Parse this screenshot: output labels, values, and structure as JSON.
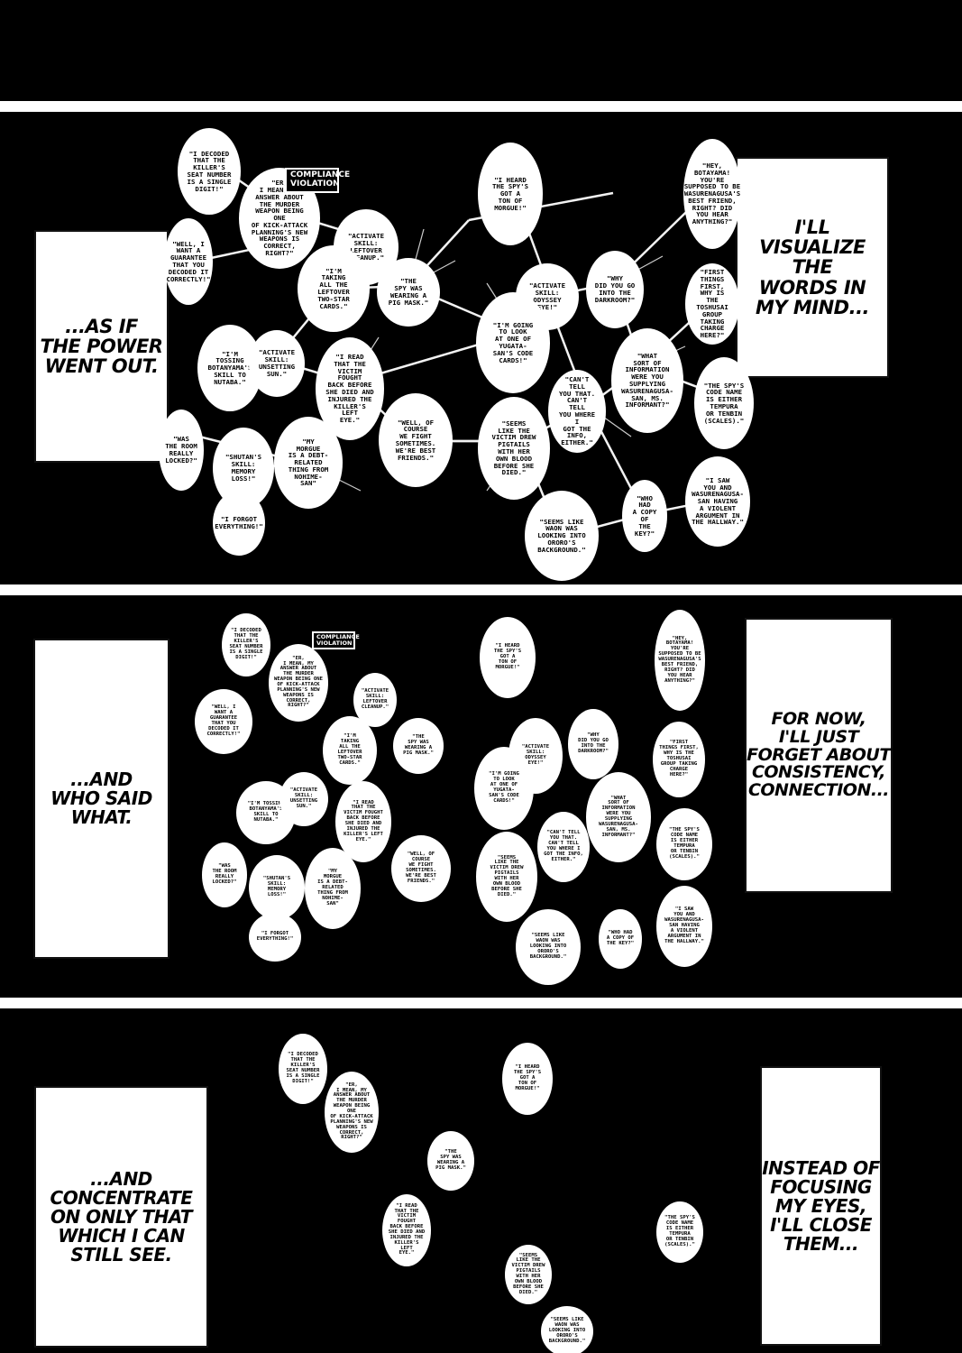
{
  "panel1": {
    "caption_left": "...AS IF\nTHE POWER\nWENT OUT.",
    "caption_right": "I'LL\nVISUALIZE\nTHE\nWORDS IN\nMY MIND...",
    "badge": "COMPLIANCE\nVIOLATION"
  },
  "panel2": {
    "caption_left": "...AND\nWHO SAID\nWHAT.",
    "caption_right": "FOR NOW,\nI'LL JUST\nFORGET ABOUT\nCONSISTENCY,\nCONNECTION...",
    "badge": "COMPLIANCE\nVIOLATION"
  },
  "panel3": {
    "caption_left": "...AND\nCONCENTRATE\nON ONLY THAT\nWHICH I CAN\nSTILL SEE.",
    "caption_right": "INSTEAD OF\nFOCUSING\nMY EYES,\nI'LL CLOSE\nTHEM..."
  },
  "quotes": {
    "decoded_seat": "\"I DECODED\nTHAT THE\nKILLER'S\nSEAT NUMBER\nIS A SINGLE\nDIGIT!\"",
    "murder_weapon": "\"ER,\nI MEAN, MY\nANSWER ABOUT\nTHE MURDER\nWEAPON BEING ONE\nOF KICK-ATTACK\nPLANNING'S NEW\nWEAPONS IS\nCORRECT,\nRIGHT?\"",
    "guarantee": "\"WELL, I\nWANT A\nGUARANTEE\nTHAT YOU\nDECODED IT\nCORRECTLY!\"",
    "leftover_cleanup": "\"ACTIVATE\nSKILL:\nLEFTOVER\nCLEANUP.\"",
    "two_star": "\"I'M\nTAKING\nALL THE\nLEFTOVER\nTWO-STAR\nCARDS.\"",
    "pig_mask": "\"THE\nSPY WAS\nWEARING A\nPIG MASK.\"",
    "ton_of_morgue": "\"I HEARD\nTHE SPY'S\nGOT A\nTON OF\nMORGUE!\"",
    "odyssey_eye": "\"ACTIVATE\nSKILL:\nODYSSEY\nEYE!\"",
    "yugata_cards": "\"I'M GOING\nTO LOOK\nAT ONE OF\nYUGATA-\nSAN'S CODE\nCARDS!\"",
    "darkroom": "\"WHY\nDID YOU GO\nINTO THE\nDARKROOM?\"",
    "best_friend": "\"HEY,\nBOTAYAMA!\nYOU'RE\nSUPPOSED TO BE\nWASURENAGUSA'S\nBEST FRIEND,\nRIGHT? DID\nYOU HEAR\nANYTHING?\"",
    "toshusai": "\"FIRST\nTHINGS FIRST,\nWHY IS THE\nTOSHUSAI\nGROUP TAKING\nCHARGE\nHERE?\"",
    "tossing": "\"I'M TOSSING\nBOTANYAMA'S\nSKILL TO\nNUTABA.\"",
    "unsetting_sun": "\"ACTIVATE\nSKILL:\nUNSETTING\nSUN.\"",
    "victim_fought": "\"I READ\nTHAT THE\nVICTIM FOUGHT\nBACK BEFORE\nSHE DIED AND\nINJURED THE\nKILLER'S LEFT\nEYE.\"",
    "what_information": "\"WHAT\nSORT OF\nINFORMATION\nWERE YOU\nSUPPLYING\nWASURENAGUSA-\nSAN, MS.\nINFORMANT?\"",
    "cant_tell": "\"CAN'T TELL\nYOU THAT.\nCAN'T TELL\nYOU WHERE I\nGOT THE INFO,\nEITHER.\"",
    "code_name": "\"THE SPY'S\nCODE NAME\nIS EITHER\nTEMPURA\nOR TENBIN\n(SCALES).\"",
    "room_locked": "\"WAS\nTHE ROOM\nREALLY\nLOCKED?\"",
    "memory_loss": "\"SHUTAN'S\nSKILL:\nMEMORY\nLOSS!\"",
    "debt_related": "\"MY\nMORGUE\nIS A DEBT-\nRELATED\nTHING FROM\nNOHIME-\nSAN\"",
    "best_friends": "\"WELL, OF\nCOURSE\nWE FIGHT\nSOMETIMES.\nWE'RE BEST\nFRIENDS.\"",
    "pigtails": "\"SEEMS\nLIKE THE\nVICTIM DREW\nPIGTAILS\nWITH HER\nOWN BLOOD\nBEFORE SHE\nDIED.\"",
    "violent_argument": "\"I SAW\nYOU AND\nWASURENAGUSA-\nSAN HAVING\nA VIOLENT\nARGUMENT IN\nTHE HALLWAY.\"",
    "forgot": "\"I FORGOT\nEVERYTHING!\"",
    "ororo": "\"SEEMS LIKE\nWAON WAS\nLOOKING INTO\nORORO'S\nBACKGROUND.\"",
    "copy_key": "\"WHO HAD\nA COPY OF\nTHE KEY?\""
  }
}
